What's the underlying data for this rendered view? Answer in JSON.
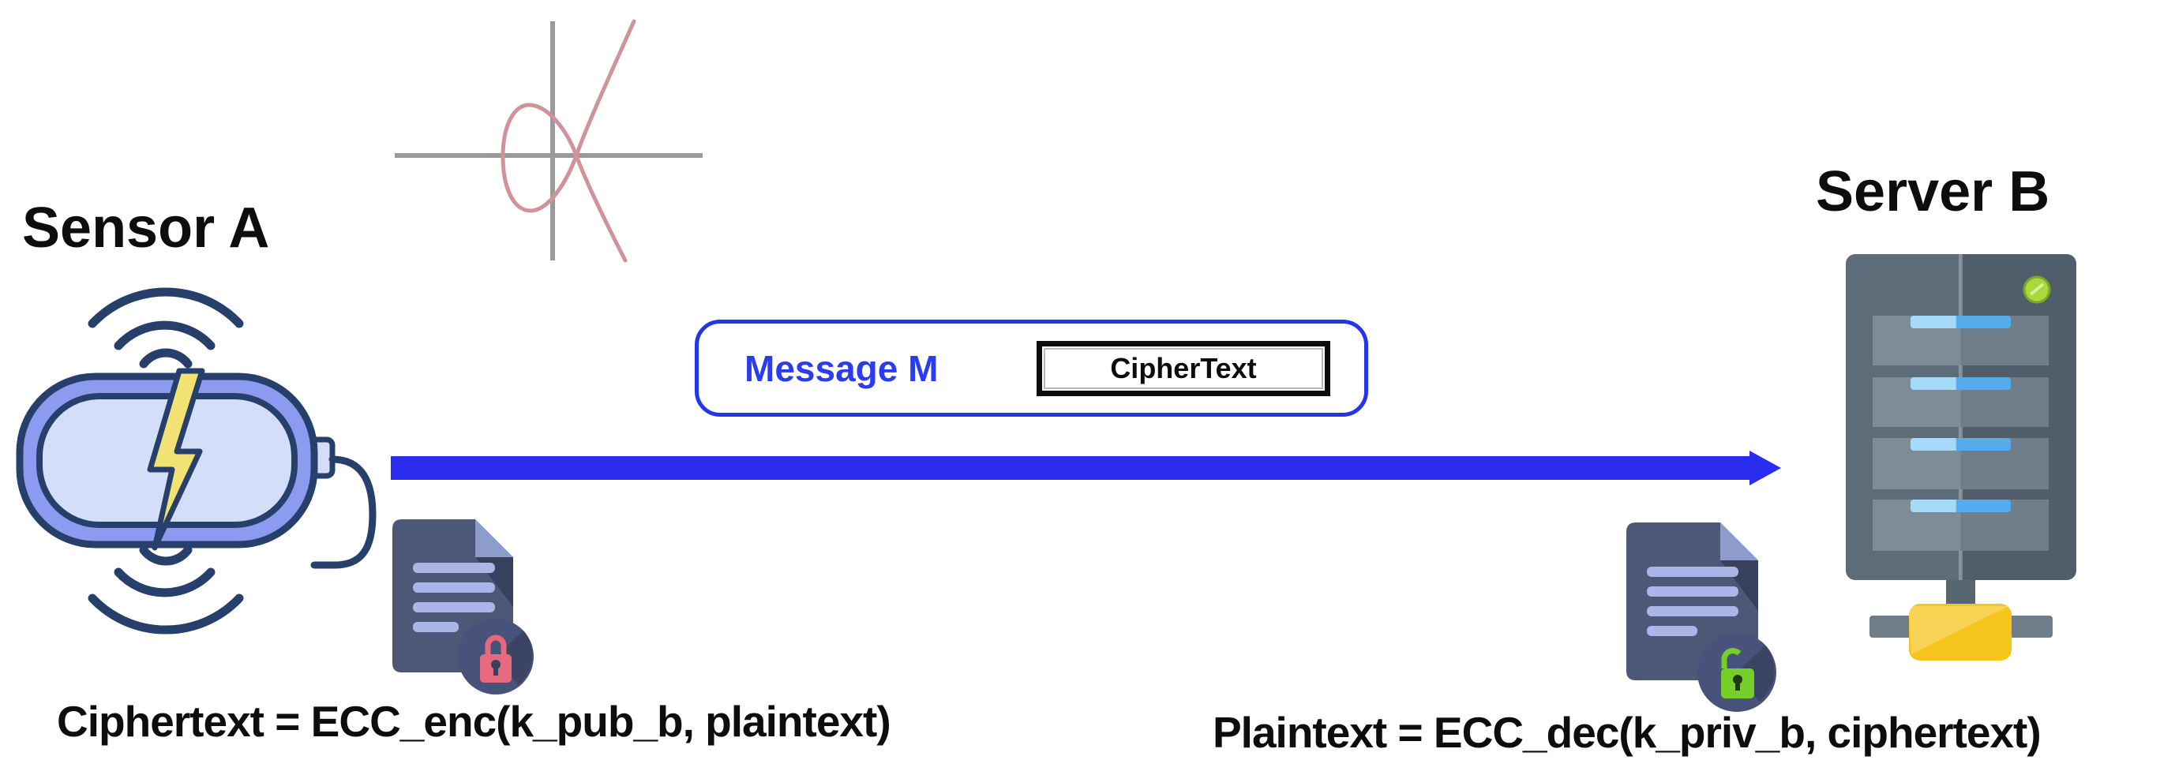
{
  "diagram": {
    "title_hint": "ECC encryption flow between sensor and server",
    "sensor": {
      "label": "Sensor A"
    },
    "server": {
      "label": "Server B"
    },
    "message_box": {
      "label": "Message M",
      "ciphertext_label": "CipherText"
    },
    "formulas": {
      "encrypt": "Ciphertext = ECC_enc(k_pub_b, plaintext)",
      "decrypt": "Plaintext = ECC_dec(k_priv_b, ciphertext)"
    },
    "icons": {
      "elliptic_curve": "elliptic-curve-plot",
      "sensor_device": "wireless-battery-sensor-icon",
      "server_tower": "server-rack-icon",
      "encrypted_doc": "document-with-red-closed-lock-icon",
      "decrypted_doc": "document-with-green-open-lock-icon",
      "transfer_arrow": "blue-right-arrow"
    },
    "colors": {
      "arrow_blue": "#2a2cf0",
      "box_border_blue": "#2335ec",
      "message_text_blue": "#2b3cf0",
      "curve_pink": "#d09399",
      "axis_gray": "#9a9a9a",
      "doc_body": "#4d5878",
      "doc_fold": "#8e9bcd",
      "doc_lines": "#aab6e8",
      "badge_circle": "#48537b",
      "lock_red": "#e8697d",
      "lock_green": "#76cf29",
      "battery_ring": "#8c9bf0",
      "battery_inner": "#d5def8",
      "battery_outline": "#27406b",
      "bolt_yellow": "#f2e173",
      "server_body_left": "#5c6c78",
      "server_body_right": "#4f5e6a",
      "server_bay": "#7e8c97",
      "server_bar_blue": "#55abec",
      "led_green": "#a8d83a",
      "connector_yellow": "#f6c51c",
      "pipe_gray": "#6e7d88",
      "text_black": "#0d0d0d",
      "background": "#ffffff"
    }
  }
}
